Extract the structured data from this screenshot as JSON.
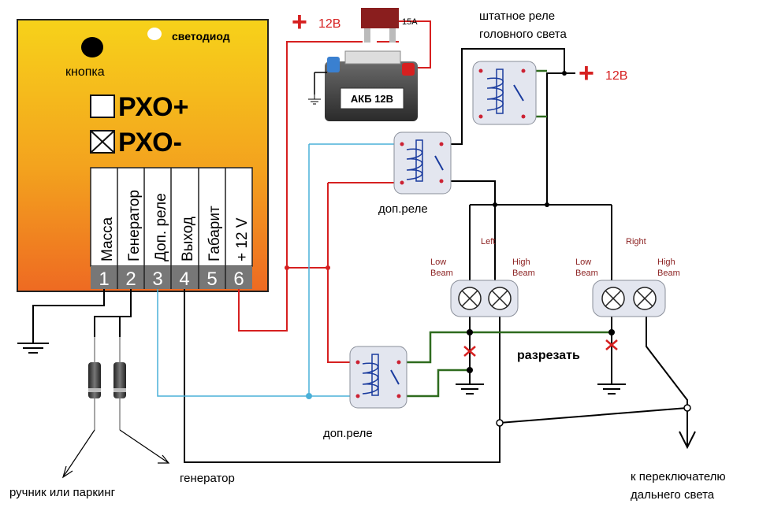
{
  "module": {
    "led_label": "светодиод",
    "button_label": "кнопка",
    "mode_plus": "РХО+",
    "mode_minus": "РХО-",
    "terminals": [
      {
        "name": "Масса",
        "num": "1"
      },
      {
        "name": "Генератор",
        "num": "2"
      },
      {
        "name": "Доп. реле",
        "num": "3"
      },
      {
        "name": "Выход",
        "num": "4"
      },
      {
        "name": "Габарит",
        "num": "5"
      },
      {
        "name": "+ 12 V",
        "num": "6"
      }
    ]
  },
  "power": {
    "battery_label": "АКБ 12В",
    "fuse_label": "15А",
    "plus_top": "+",
    "plus_top_label": "12В",
    "plus_right": "+",
    "plus_right_label": "12В"
  },
  "relays": {
    "stock_relay_label_1": "штатное реле",
    "stock_relay_label_2": "головного света",
    "aux_relay_top": "доп.реле",
    "aux_relay_bottom": "доп.реле"
  },
  "lamps": {
    "left": "Left",
    "right": "Right",
    "low_1": "Low",
    "low_2": "Beam",
    "high_1": "High",
    "high_2": "Beam"
  },
  "notes": {
    "cut": "разрезать",
    "handbrake": "ручник или паркинг",
    "generator": "генератор",
    "high_beam_switch_1": "к переключателю",
    "high_beam_switch_2": "дальнего света"
  },
  "colors": {
    "wire_black": "#000000",
    "wire_red": "#d62020",
    "wire_blue": "#4ab0d8",
    "wire_green": "#2e6b1e",
    "cut_mark": "#d62020"
  }
}
